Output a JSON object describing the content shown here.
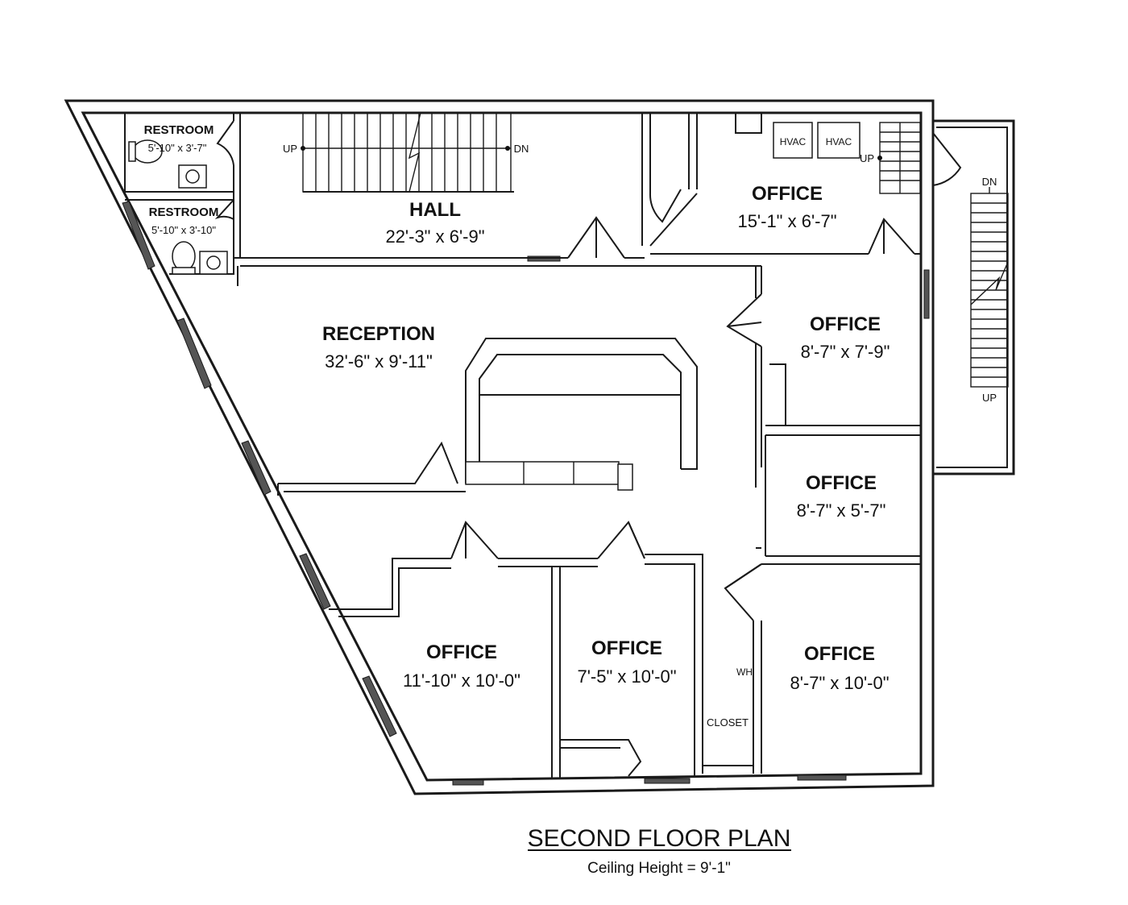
{
  "title": "SECOND FLOOR PLAN",
  "subtitle": "Ceiling Height = 9'-1\"",
  "rooms": {
    "restroom1": {
      "name": "RESTROOM",
      "dim": "5'-10\" x 3'-7\""
    },
    "restroom2": {
      "name": "RESTROOM",
      "dim": "5'-10\" x 3'-10\""
    },
    "hall": {
      "name": "HALL",
      "dim": "22'-3\" x 6'-9\""
    },
    "reception": {
      "name": "RECEPTION",
      "dim": "32'-6\" x 9'-11\""
    },
    "office_top": {
      "name": "OFFICE",
      "dim": "15'-1\" x 6'-7\""
    },
    "office_right1": {
      "name": "OFFICE",
      "dim": "8'-7\" x 7'-9\""
    },
    "office_right2": {
      "name": "OFFICE",
      "dim": "8'-7\" x 5'-7\""
    },
    "office_bottom_left": {
      "name": "OFFICE",
      "dim": "11'-10\" x 10'-0\""
    },
    "office_bottom_mid": {
      "name": "OFFICE",
      "dim": "7'-5\" x 10'-0\""
    },
    "office_bottom_right": {
      "name": "OFFICE",
      "dim": "8'-7\" x 10'-0\""
    }
  },
  "labels": {
    "hvac1": "HVAC",
    "hvac2": "HVAC",
    "stair_main_up": "UP",
    "stair_main_dn": "DN",
    "stair_small_up": "UP",
    "stair_ext_dn": "DN",
    "stair_ext_up": "UP",
    "closet": "CLOSET",
    "wh": "WH"
  }
}
